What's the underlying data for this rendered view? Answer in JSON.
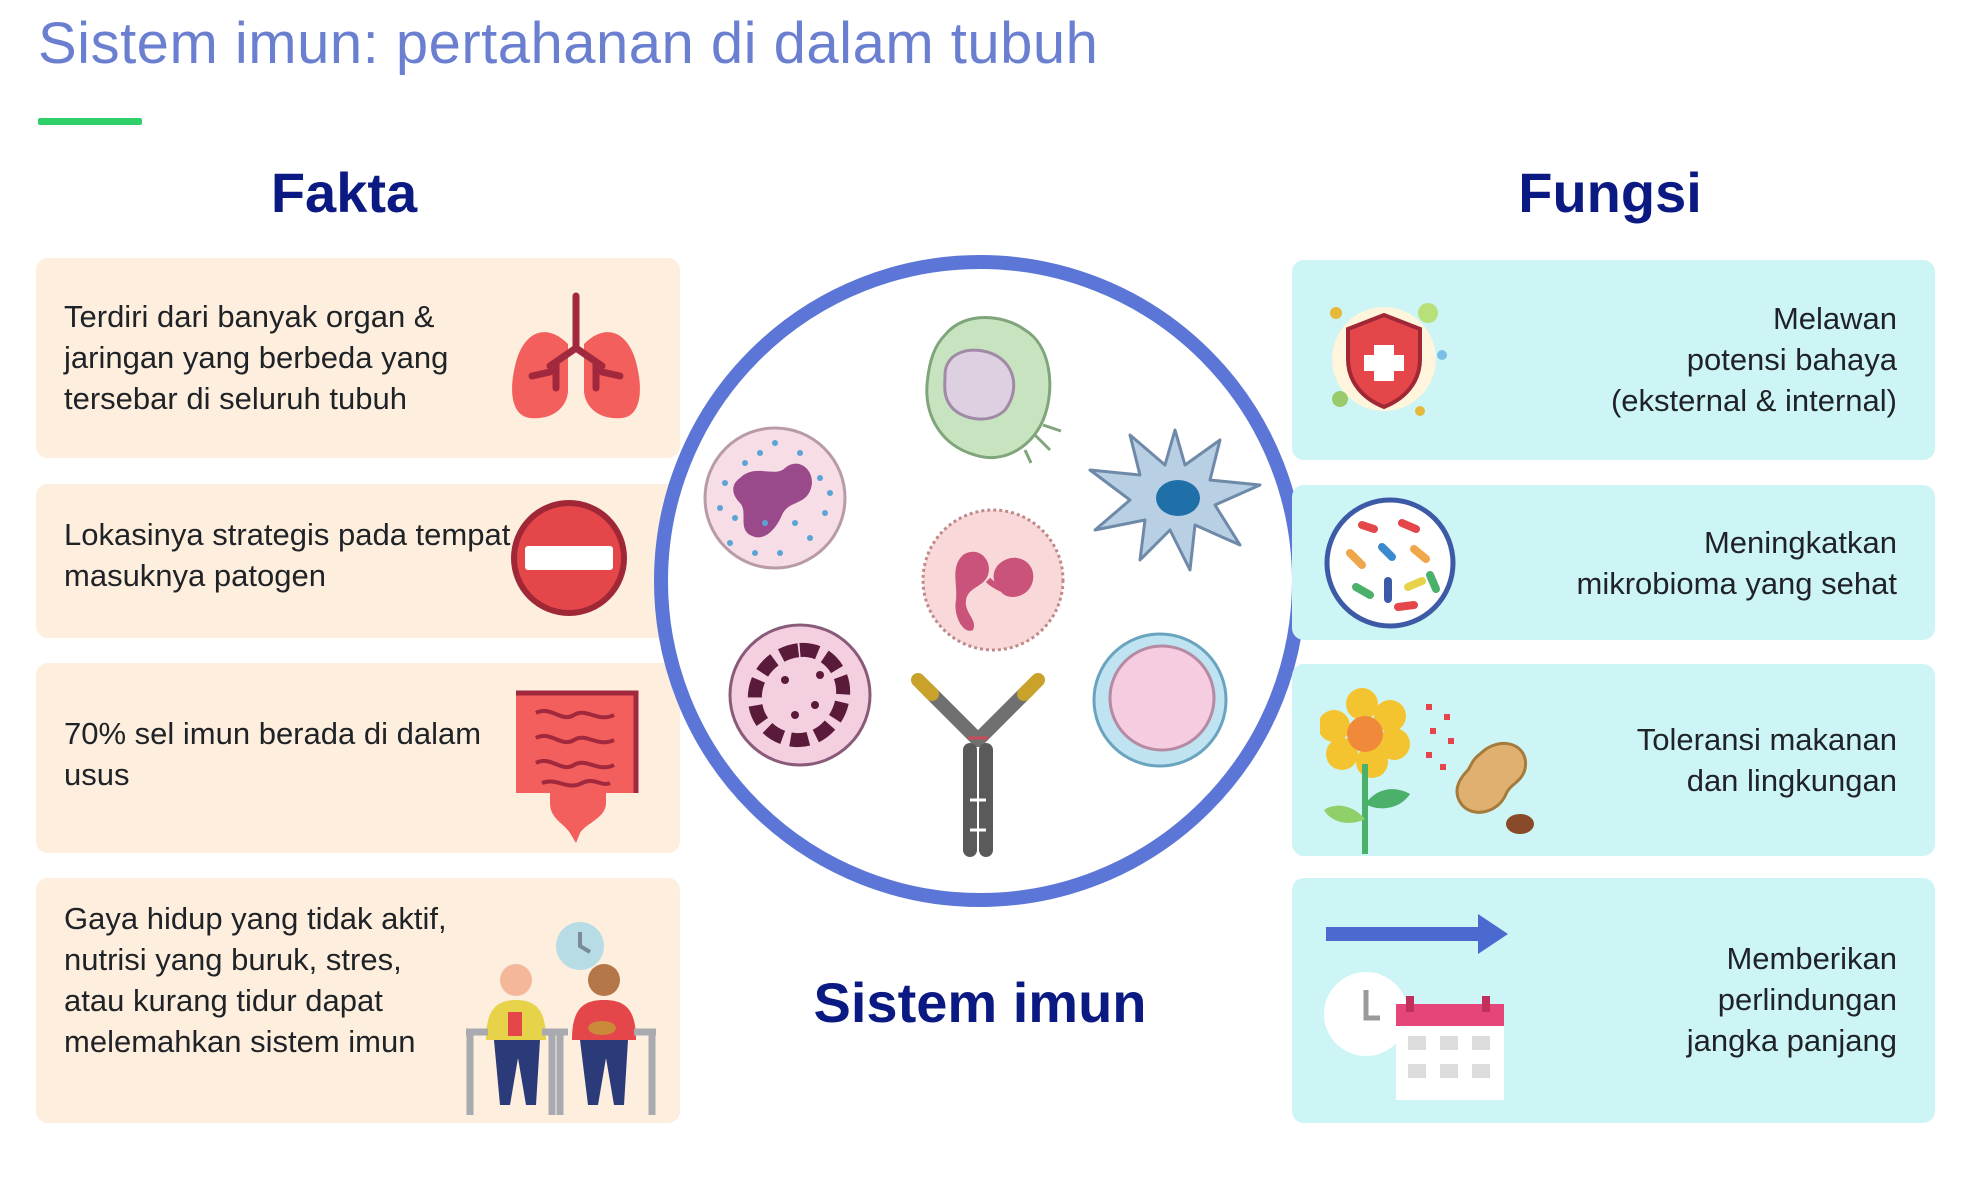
{
  "title": "Sistem imun: pertahanan di dalam tubuh",
  "fakta": {
    "heading": "Fakta",
    "items": [
      {
        "text": "Terdiri dari banyak organ & jaringan yang berbeda yang tersebar di seluruh tubuh",
        "icon": "lungs-icon"
      },
      {
        "text": "Lokasinya strategis pada tempat masuknya patogen",
        "icon": "no-entry-icon"
      },
      {
        "text": "70% sel imun berada di dalam usus",
        "icon": "intestine-icon"
      },
      {
        "text": "Gaya hidup yang tidak aktif, nutrisi yang buruk, stres, atau kurang tidur dapat melemahkan sistem imun",
        "icon": "sedentary-people-icon"
      }
    ]
  },
  "fungsi": {
    "heading": "Fungsi",
    "items": [
      {
        "text": "Melawan\npotensi bahaya\n(eksternal & internal)",
        "icon": "shield-cross-icon"
      },
      {
        "text": "Meningkatkan\nmikrobioma yang sehat",
        "icon": "microbiome-icon"
      },
      {
        "text": "Toleransi makanan\ndan lingkungan",
        "icon": "flower-peanut-icon"
      },
      {
        "text": "Memberikan\nperlindungan\njangka panjang ",
        "icon": "clock-calendar-icon"
      }
    ]
  },
  "center": {
    "label": "Sistem imun",
    "cells": [
      "macrophage-icon",
      "dendritic-cell-icon",
      "neutrophil-icon",
      "eosinophil-icon",
      "basophil-icon",
      "lymphocyte-icon",
      "antibody-icon"
    ]
  },
  "colors": {
    "title": "#6b7fd0",
    "heading": "#0b1a82",
    "accent_rule": "#2fcf6a",
    "fakta_card": "#fdeedd",
    "fungsi_card": "#cdf5f5",
    "ring": "#5b76d6"
  }
}
